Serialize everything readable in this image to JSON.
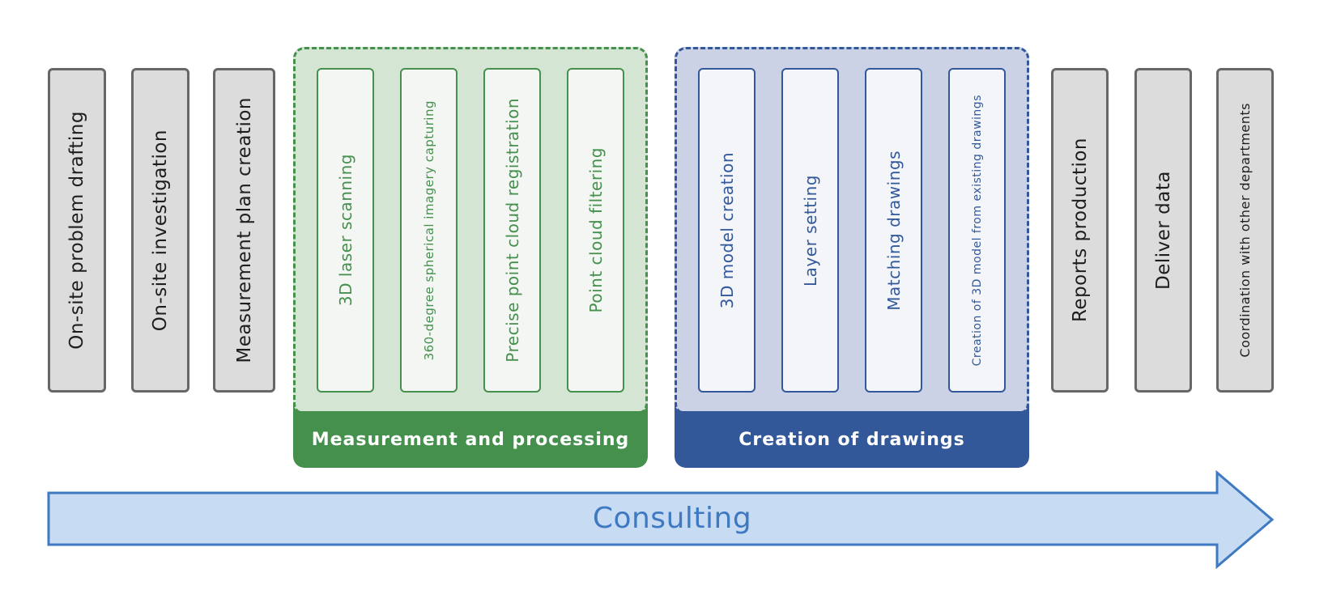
{
  "colors": {
    "gray_card_bg": "#dcdcdd",
    "gray_card_border": "#676767",
    "green_accent": "#45904d",
    "green_group_bg": "#d5e5d3",
    "blue_accent": "#33589a",
    "blue_group_bg": "#cbd2e6",
    "arrow_fill": "#c7dbf2",
    "arrow_stroke": "#3e79c2"
  },
  "steps_before": [
    {
      "label": "On-site problem drafting"
    },
    {
      "label": "On-site investigation"
    },
    {
      "label": "Measurement plan creation"
    }
  ],
  "groups": {
    "measurement": {
      "title": "Measurement and processing",
      "steps": [
        {
          "label": "3D laser scanning"
        },
        {
          "label": "360-degree spherical imagery capturing"
        },
        {
          "label": "Precise point cloud registration"
        },
        {
          "label": "Point cloud filtering"
        }
      ]
    },
    "drawings": {
      "title": "Creation of drawings",
      "steps": [
        {
          "label": "3D model creation"
        },
        {
          "label": "Layer setting"
        },
        {
          "label": "Matching drawings"
        },
        {
          "label": "Creation of 3D model from existing drawings"
        }
      ]
    }
  },
  "steps_after": [
    {
      "label": "Reports production"
    },
    {
      "label": "Deliver data"
    },
    {
      "label": "Coordination with other departments"
    }
  ],
  "arrow": {
    "label": "Consulting"
  }
}
